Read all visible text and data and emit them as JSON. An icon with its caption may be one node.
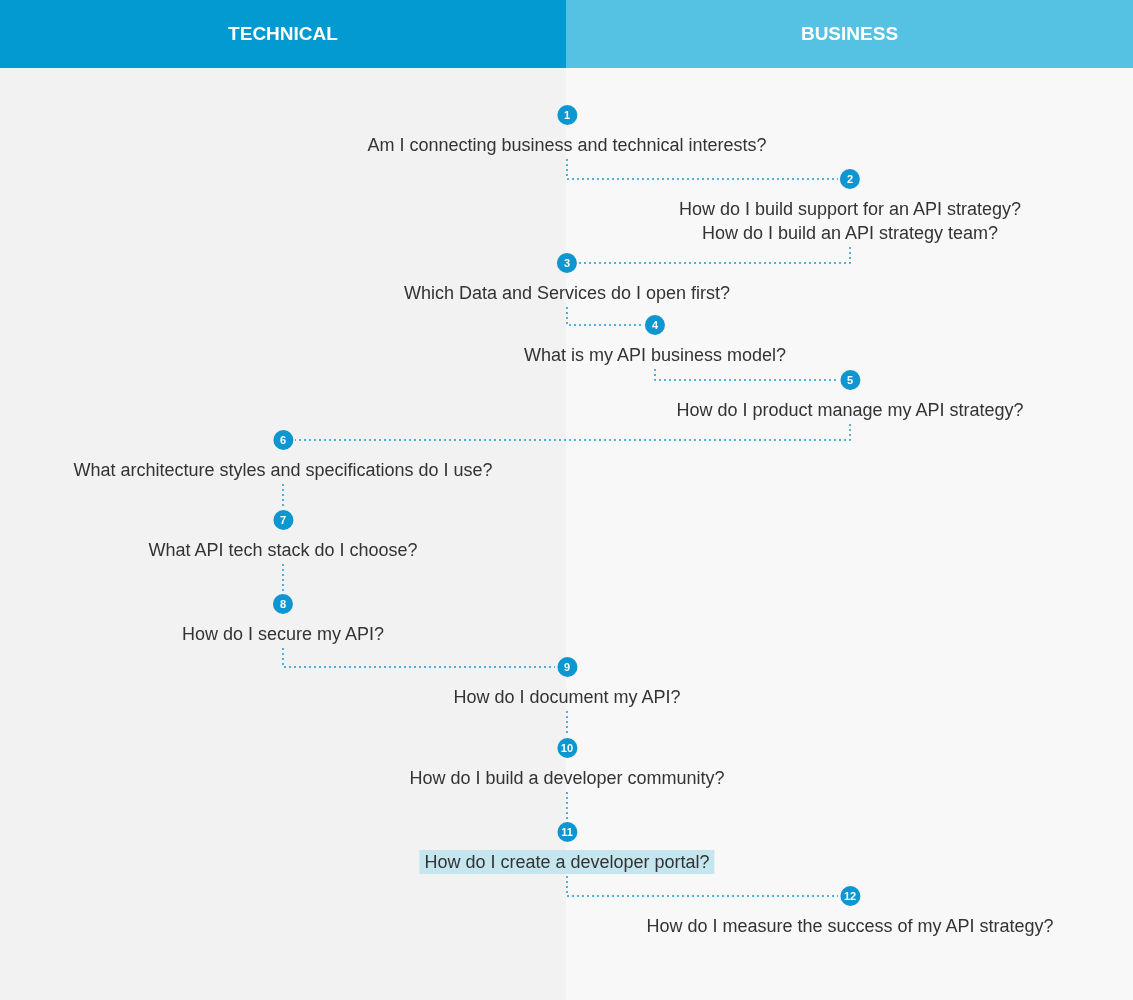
{
  "diagram": {
    "nodes": [
      {
        "text": [
          "TECHNICAL"
        ]
      },
      {
        "text": [
          "BUSINESS"
        ]
      },
      {
        "text": [
          "1",
          "Am I connecting business and technical interests?"
        ]
      },
      {
        "text": [
          "2",
          "How do I build support for an API strategy?",
          "How do I build an API strategy team?"
        ]
      },
      {
        "text": [
          "3",
          "Which Data and Services do I open first?"
        ]
      },
      {
        "text": [
          "4",
          "What is my API business model?"
        ]
      },
      {
        "text": [
          "5",
          "How do I product manage my API strategy?"
        ]
      },
      {
        "text": [
          "6",
          "What architecture styles and specifications do I use?"
        ]
      },
      {
        "text": [
          "7",
          "What API tech stack do I choose?"
        ]
      },
      {
        "text": [
          "8",
          "How do I secure my API?"
        ]
      },
      {
        "text": [
          "9",
          "How do I document my API?"
        ]
      },
      {
        "text": [
          "10",
          "How do I build a developer community?"
        ]
      },
      {
        "text": [
          "11",
          "How do I create a developer portal?"
        ]
      },
      {
        "text": [
          "12",
          "How do I measure the success of my API strategy?"
        ]
      }
    ],
    "edges": [
      {
        "from": 2,
        "to": 3,
        "arrow": "none",
        "style": "dashed"
      },
      {
        "from": 3,
        "to": 4,
        "arrow": "none",
        "style": "dashed"
      },
      {
        "from": 4,
        "to": 5,
        "arrow": "none",
        "style": "dashed"
      },
      {
        "from": 5,
        "to": 6,
        "arrow": "none",
        "style": "dashed"
      },
      {
        "from": 6,
        "to": 7,
        "arrow": "none",
        "style": "dashed"
      },
      {
        "from": 7,
        "to": 8,
        "arrow": "none",
        "style": "dashed"
      },
      {
        "from": 8,
        "to": 9,
        "arrow": "none",
        "style": "dashed"
      },
      {
        "from": 9,
        "to": 10,
        "arrow": "none",
        "style": "dashed"
      },
      {
        "from": 10,
        "to": 11,
        "arrow": "none",
        "style": "dashed"
      },
      {
        "from": 11,
        "to": 12,
        "arrow": "none",
        "style": "dashed"
      },
      {
        "from": 12,
        "to": 13,
        "arrow": "none",
        "style": "dashed"
      }
    ]
  }
}
